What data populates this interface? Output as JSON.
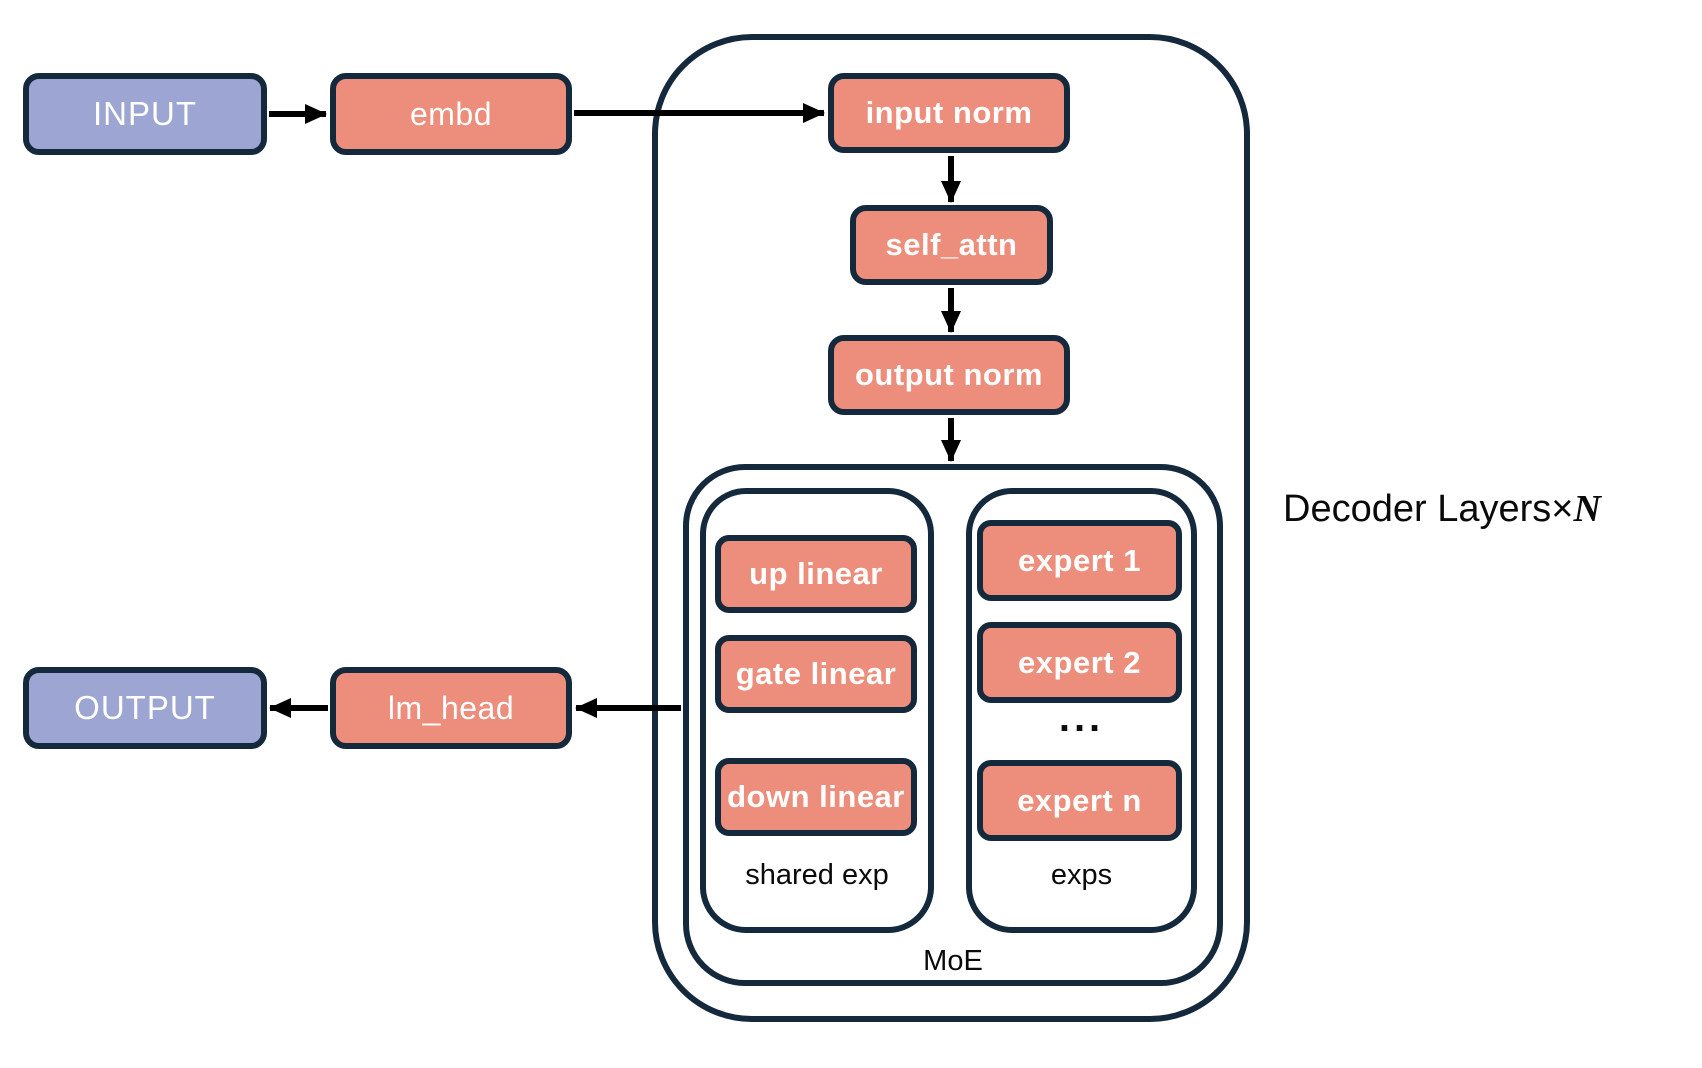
{
  "nodes": {
    "input": "INPUT",
    "embd": "embd",
    "input_norm": "input norm",
    "self_attn": "self_attn",
    "output_norm": "output norm",
    "up_linear": "up linear",
    "gate_linear": "gate linear",
    "down_linear": "down linear",
    "expert_1": "expert 1",
    "expert_2": "expert 2",
    "expert_ellipsis": "...",
    "expert_n": "expert n",
    "lm_head": "lm_head",
    "output": "OUTPUT"
  },
  "labels": {
    "shared_exp": "shared exp",
    "exps": "exps",
    "moe": "MoE",
    "decoder_prefix": "Decoder Layers",
    "decoder_times": "×",
    "decoder_n": "N"
  },
  "colors": {
    "block_fill": "#ED8D7B",
    "io_fill": "#9DA6D2",
    "outline": "#15293C",
    "arrow": "#000000",
    "block_text": "#FFFFFF",
    "label_text": "#0A0A0A",
    "background": "#FFFFFF"
  }
}
